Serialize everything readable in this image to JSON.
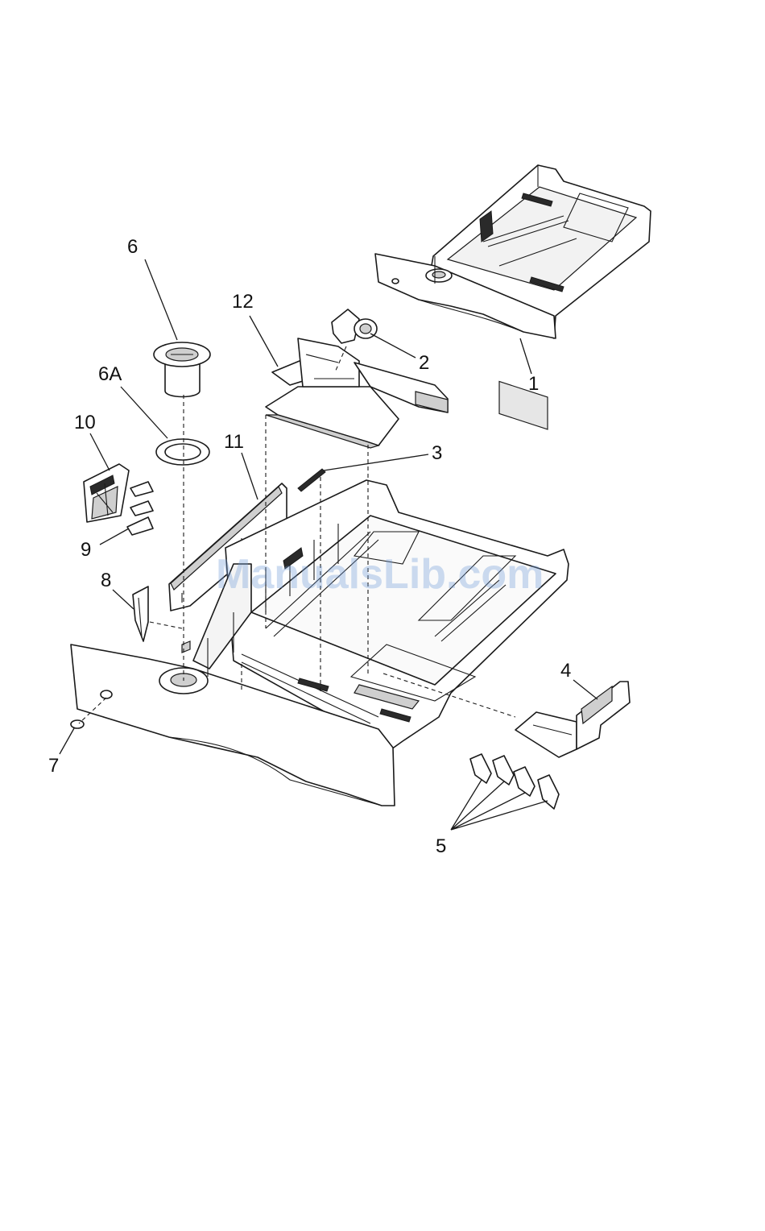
{
  "diagram": {
    "callouts": {
      "c1": "1",
      "c2": "2",
      "c3": "3",
      "c4": "4",
      "c5": "5",
      "c6": "6",
      "c6a": "6A",
      "c7": "7",
      "c8": "8",
      "c9": "9",
      "c10": "10",
      "c11": "11",
      "c12": "12"
    },
    "watermark": "ManualsLib.com"
  }
}
